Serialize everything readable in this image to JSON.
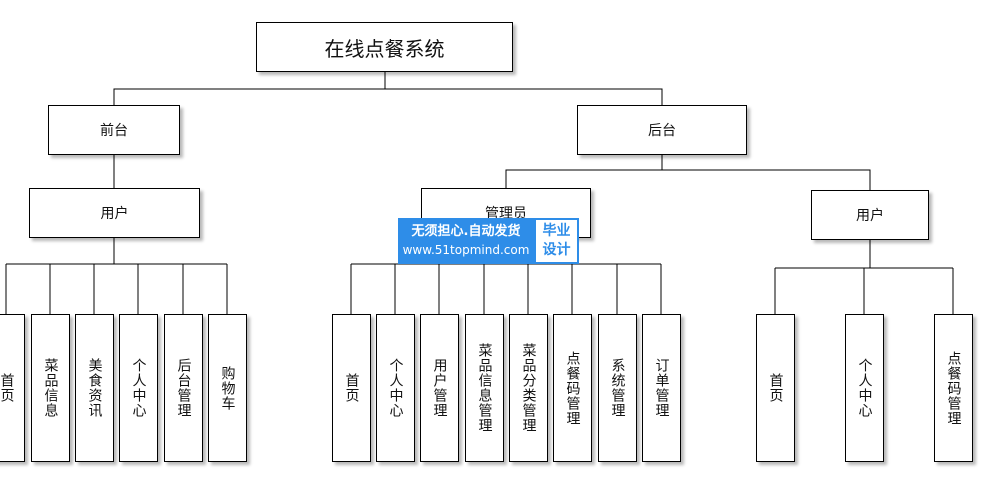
{
  "title": "在线点餐系统",
  "front": {
    "label": "前台",
    "role": "用户",
    "items": [
      "首页",
      "菜品信息",
      "美食资讯",
      "个人中心",
      "后台管理",
      "购物车"
    ]
  },
  "back": {
    "label": "后台",
    "admin": {
      "label": "管理员",
      "items": [
        "首页",
        "个人中心",
        "用户管理",
        "菜品信息管理",
        "菜品分类管理",
        "点餐码管理",
        "系统管理",
        "订单管理"
      ]
    },
    "user": {
      "label": "用户",
      "items": [
        "首页",
        "个人中心",
        "点餐码管理"
      ]
    }
  },
  "watermark": {
    "line1": "无须担心.自动发货",
    "line2": "www.51topmind.com",
    "badge1": "毕业",
    "badge2": "设计",
    "color": "#2e8de8"
  }
}
